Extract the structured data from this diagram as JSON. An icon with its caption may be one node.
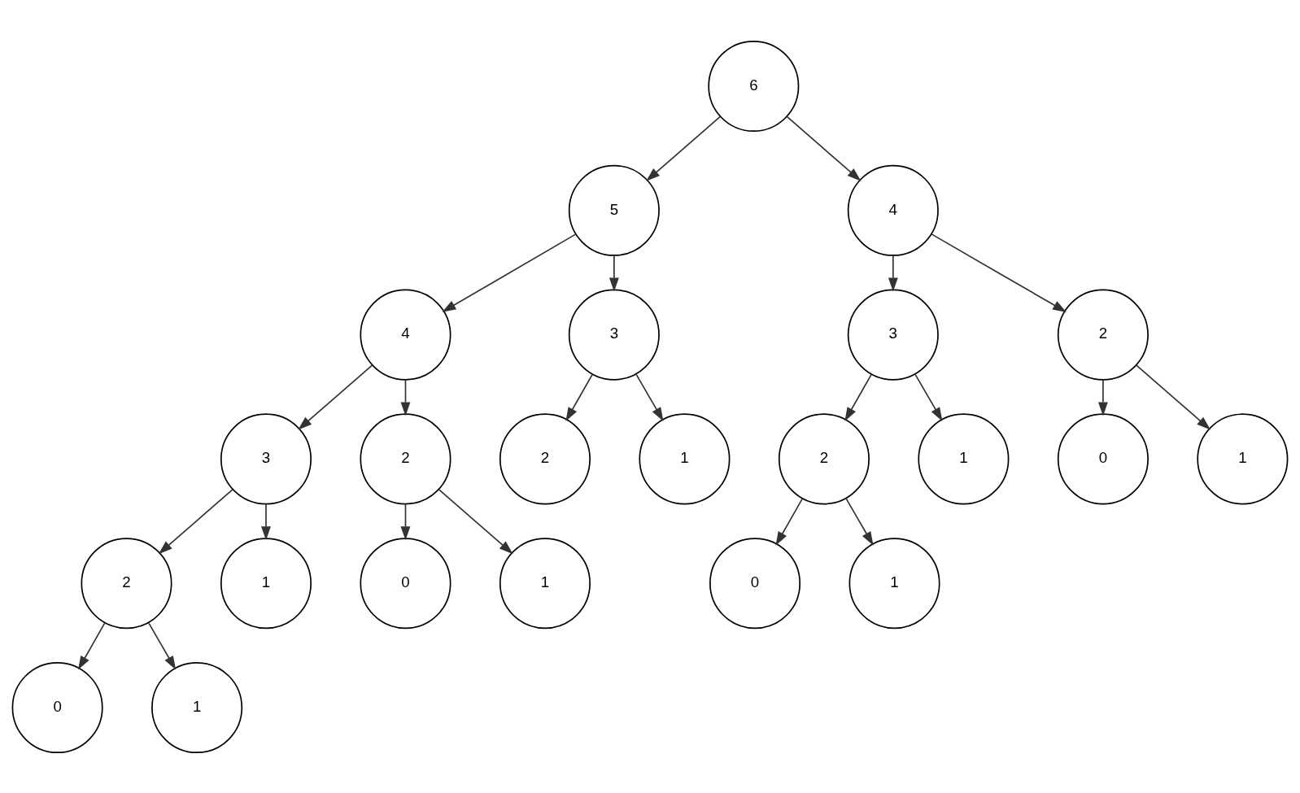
{
  "diagram": {
    "nodes": [
      {
        "text": [
          "6"
        ]
      },
      {
        "text": [
          "5"
        ]
      },
      {
        "text": [
          "4"
        ]
      },
      {
        "text": [
          "4"
        ]
      },
      {
        "text": [
          "3"
        ]
      },
      {
        "text": [
          "3"
        ]
      },
      {
        "text": [
          "2"
        ]
      },
      {
        "text": [
          "3"
        ]
      },
      {
        "text": [
          "2"
        ]
      },
      {
        "text": [
          "2"
        ]
      },
      {
        "text": [
          "1"
        ]
      },
      {
        "text": [
          "2"
        ]
      },
      {
        "text": [
          "1"
        ]
      },
      {
        "text": [
          "0"
        ]
      },
      {
        "text": [
          "1"
        ]
      },
      {
        "text": [
          "2"
        ]
      },
      {
        "text": [
          "1"
        ]
      },
      {
        "text": [
          "0"
        ]
      },
      {
        "text": [
          "1"
        ]
      },
      {
        "text": [
          "0"
        ]
      },
      {
        "text": [
          "1"
        ]
      },
      {
        "text": [
          "0"
        ]
      },
      {
        "text": [
          "1"
        ]
      }
    ],
    "edges": [
      {
        "from": 0,
        "to": 1,
        "arrow": "to"
      },
      {
        "from": 0,
        "to": 2,
        "arrow": "to"
      },
      {
        "from": 1,
        "to": 3,
        "arrow": "to"
      },
      {
        "from": 1,
        "to": 4,
        "arrow": "to"
      },
      {
        "from": 2,
        "to": 5,
        "arrow": "to"
      },
      {
        "from": 2,
        "to": 6,
        "arrow": "to"
      },
      {
        "from": 3,
        "to": 7,
        "arrow": "to"
      },
      {
        "from": 3,
        "to": 8,
        "arrow": "to"
      },
      {
        "from": 4,
        "to": 9,
        "arrow": "to"
      },
      {
        "from": 4,
        "to": 10,
        "arrow": "to"
      },
      {
        "from": 5,
        "to": 11,
        "arrow": "to"
      },
      {
        "from": 5,
        "to": 12,
        "arrow": "to"
      },
      {
        "from": 6,
        "to": 13,
        "arrow": "to"
      },
      {
        "from": 6,
        "to": 14,
        "arrow": "to"
      },
      {
        "from": 7,
        "to": 15,
        "arrow": "to"
      },
      {
        "from": 7,
        "to": 16,
        "arrow": "to"
      },
      {
        "from": 8,
        "to": 17,
        "arrow": "to"
      },
      {
        "from": 8,
        "to": 18,
        "arrow": "to"
      },
      {
        "from": 11,
        "to": 19,
        "arrow": "to"
      },
      {
        "from": 11,
        "to": 20,
        "arrow": "to"
      },
      {
        "from": 15,
        "to": 21,
        "arrow": "to"
      },
      {
        "from": 15,
        "to": 22,
        "arrow": "to"
      }
    ]
  }
}
